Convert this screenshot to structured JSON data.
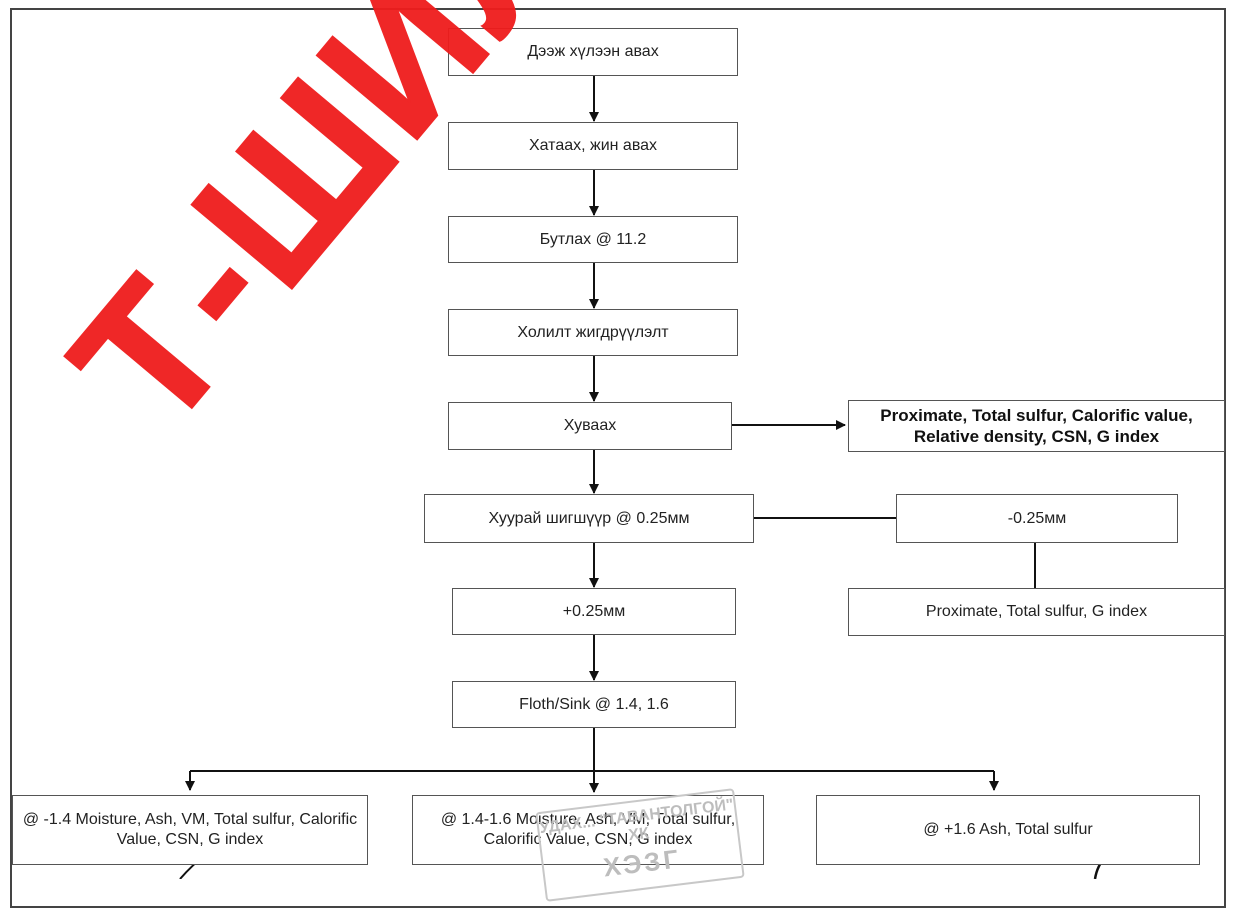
{
  "flowchart": {
    "steps": {
      "s1": "Дээж хүлээн авах",
      "s2": "Хатаах, жин авах",
      "s3": "Бутлах @ 11.2",
      "s4": "Холилт жигдрүүлэлт",
      "s5": "Хуваах",
      "s6": "Хуурай шигшүүр @ 0.25мм",
      "s7": "+0.25мм",
      "s8": "Floth/Sink @ 1.4, 1.6"
    },
    "side": {
      "analysis_top": "Proximate, Total sulfur, Calorific value, Relative density, CSN, G index",
      "minus_fraction": "-0.25мм",
      "minus_analysis": "Proximate, Total sulfur, G index"
    },
    "outputs": {
      "o1": "@ -1.4 Moisture, Ash, VM, Total sulfur, Calorific Value, CSN, G index",
      "o2": "@ 1.4-1.6 Moisture, Ash, VM, Total sulfur, Calorific Value, CSN, G index",
      "o3": "@ +1.6 Ash, Total sulfur"
    }
  },
  "watermark": "Т-ШИЛЭ",
  "stamp": {
    "line1": "УДАХ... \"ТАВАНТОЛГОЙ\" ХК",
    "line2": "ХЭЗГ"
  },
  "colors": {
    "watermark": "#ef1c1c",
    "lines": "#111111",
    "box_border": "#555555"
  }
}
